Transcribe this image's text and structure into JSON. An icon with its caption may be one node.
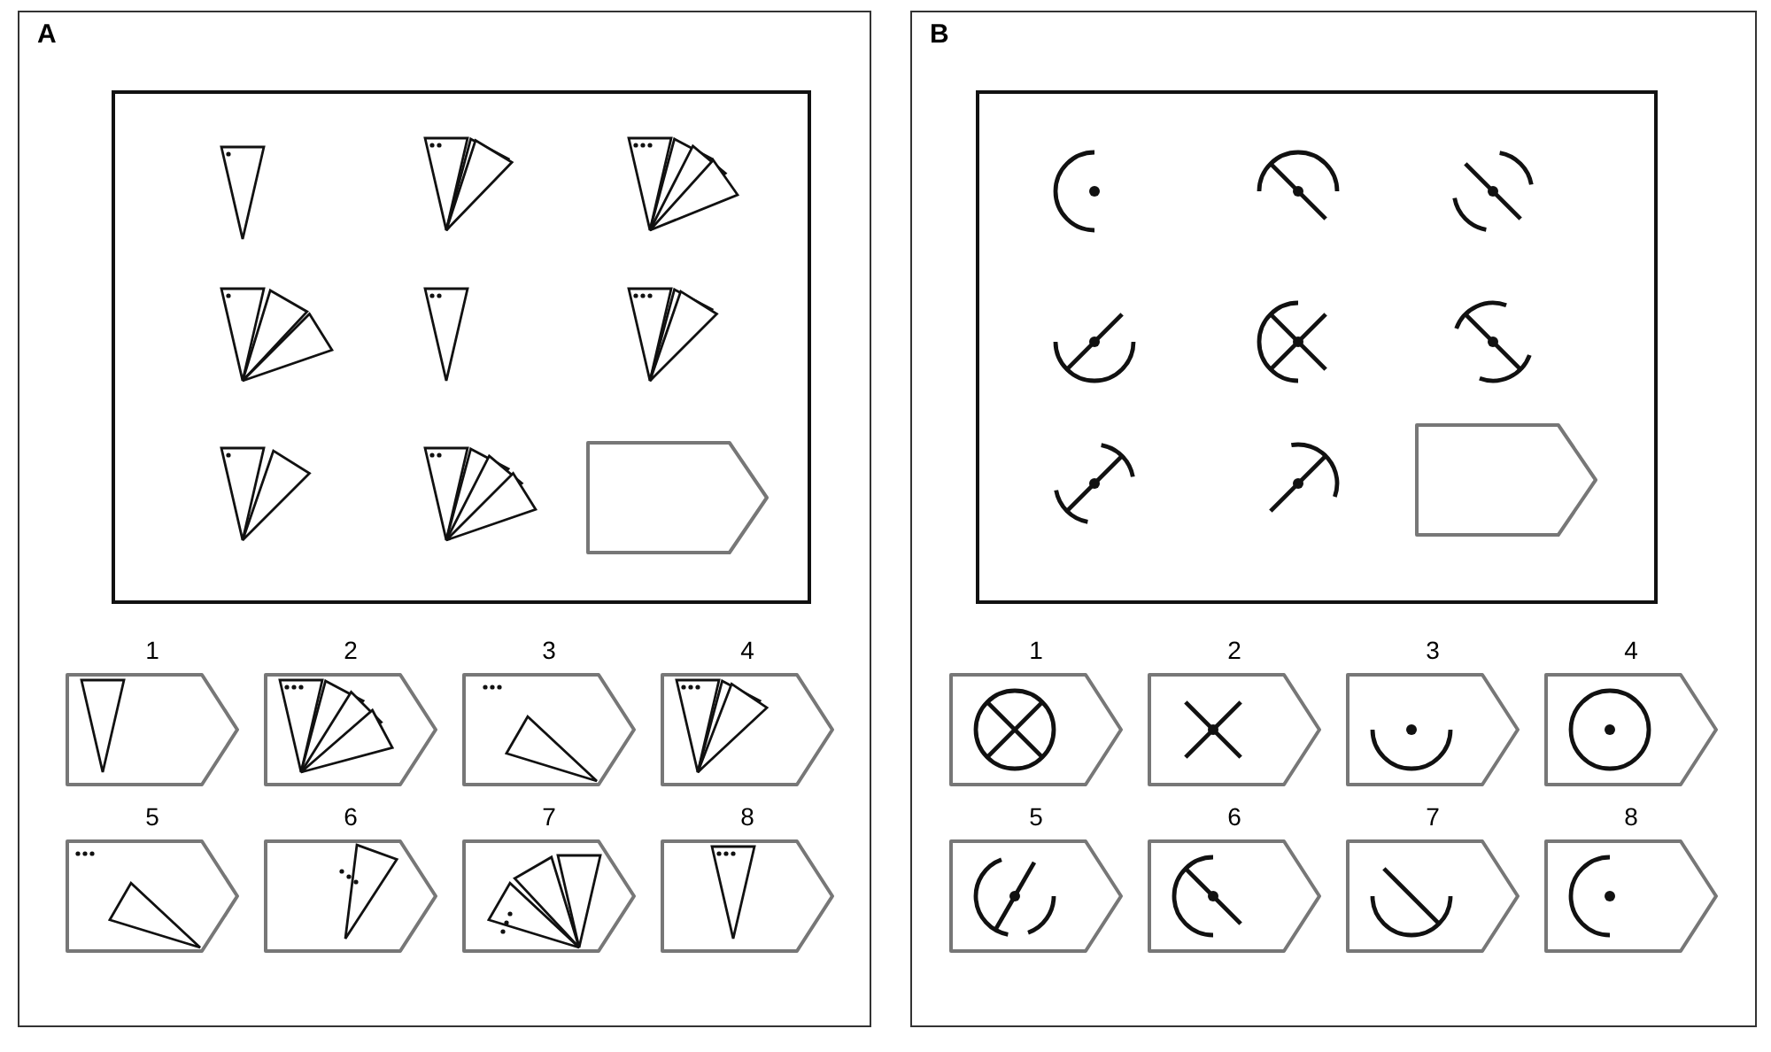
{
  "diagram": {
    "nodes": [
      {
        "text": [
          "A"
        ]
      },
      {
        "text": [],
        "shape": "box",
        "in": 0
      },
      {
        "text": [],
        "shape": "box",
        "in": 1
      },
      {
        "text": [
          "1"
        ],
        "in": 0
      },
      {
        "text": [
          "2"
        ],
        "in": 0
      },
      {
        "text": [
          "3"
        ],
        "in": 0
      },
      {
        "text": [
          "4"
        ],
        "in": 0
      },
      {
        "text": [
          "5"
        ],
        "in": 0
      },
      {
        "text": [
          "6"
        ],
        "in": 0
      },
      {
        "text": [
          "7"
        ],
        "in": 0
      },
      {
        "text": [
          "8"
        ],
        "in": 0
      },
      {
        "text": [
          "B"
        ]
      },
      {
        "text": [],
        "shape": "box",
        "in": 11
      },
      {
        "text": [],
        "shape": "box",
        "in": 12
      },
      {
        "text": [
          "1"
        ],
        "in": 11
      },
      {
        "text": [
          "2"
        ],
        "in": 11
      },
      {
        "text": [
          "3"
        ],
        "in": 11
      },
      {
        "text": [
          "4"
        ],
        "in": 11
      },
      {
        "text": [
          "5"
        ],
        "in": 11
      },
      {
        "text": [
          "6"
        ],
        "in": 11
      },
      {
        "text": [
          "7"
        ],
        "in": 11
      },
      {
        "text": [
          "8"
        ],
        "in": 11
      }
    ]
  }
}
